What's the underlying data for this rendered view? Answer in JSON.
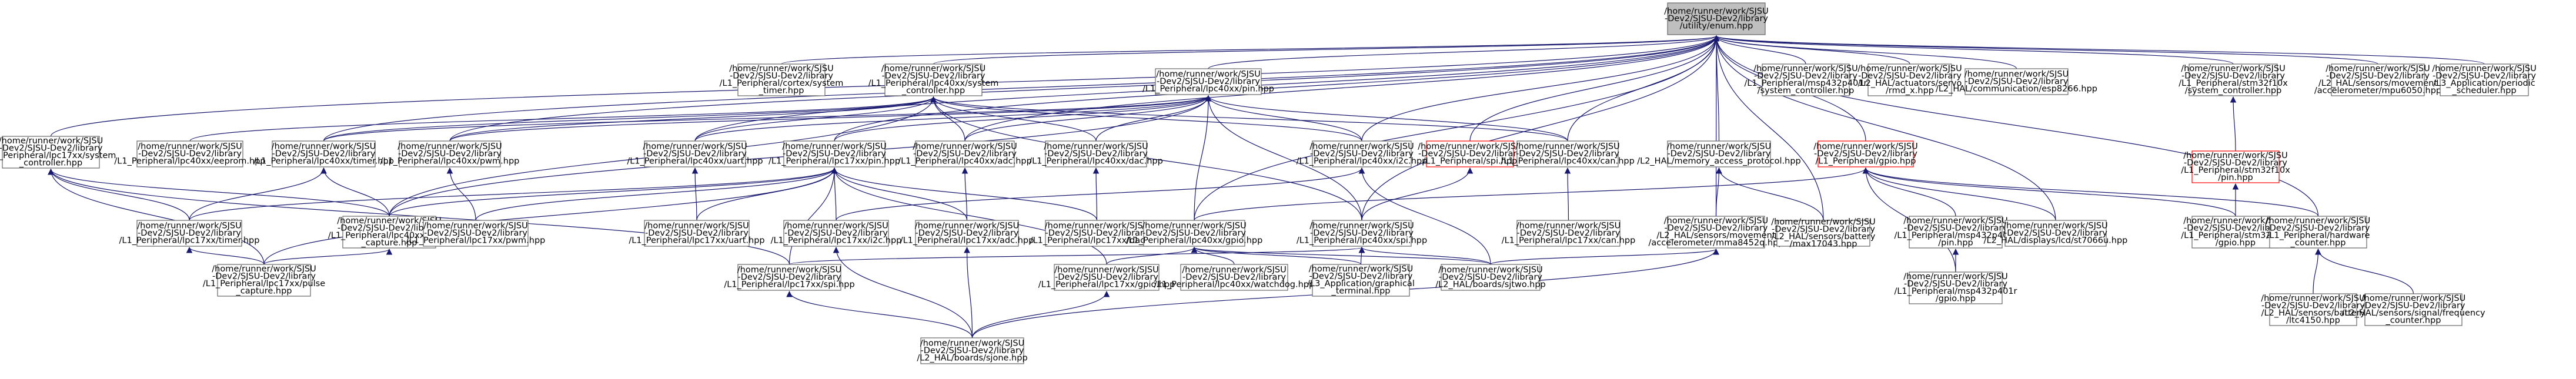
{
  "diagram": {
    "edge_color": "#191970",
    "root_fill": "#bfbfbf",
    "highlight_border": "#ff0000",
    "nodes": [
      {
        "id": "root",
        "lines": [
          "/home/runner/work/SJSU",
          "-Dev2/SJSU-Dev2/library",
          "/utility/enum.hpp"
        ],
        "style": "root"
      },
      {
        "id": "cortex_system_timer",
        "lines": [
          "/home/runner/work/SJSU",
          "-Dev2/SJSU-Dev2/library",
          "/L1_Peripheral/cortex/system",
          "_timer.hpp"
        ]
      },
      {
        "id": "lpc40xx_system_controller",
        "lines": [
          "/home/runner/work/SJSU",
          "-Dev2/SJSU-Dev2/library",
          "/L1_Peripheral/lpc40xx/system",
          "_controller.hpp"
        ]
      },
      {
        "id": "lpc40xx_pin",
        "lines": [
          "/home/runner/work/SJSU",
          "-Dev2/SJSU-Dev2/library",
          "/L1_Peripheral/lpc40xx/pin.hpp"
        ]
      },
      {
        "id": "msp432p401r_system_controller",
        "lines": [
          "/home/runner/work/SJSU",
          "-Dev2/SJSU-Dev2/library",
          "/L1_Peripheral/msp432p401r",
          "/system_controller.hpp"
        ]
      },
      {
        "id": "rmd_x",
        "lines": [
          "/home/runner/work/SJSU",
          "-Dev2/SJSU-Dev2/library",
          "/L2_HAL/actuators/servo",
          "/rmd_x.hpp"
        ]
      },
      {
        "id": "esp8266",
        "lines": [
          "/home/runner/work/SJSU",
          "-Dev2/SJSU-Dev2/library",
          "/L2_HAL/communication/esp8266.hpp"
        ]
      },
      {
        "id": "stm32f10x_system_controller",
        "lines": [
          "/home/runner/work/SJSU",
          "-Dev2/SJSU-Dev2/library",
          "/L1_Peripheral/stm32f10x",
          "/system_controller.hpp"
        ]
      },
      {
        "id": "mpu6050",
        "lines": [
          "/home/runner/work/SJSU",
          "-Dev2/SJSU-Dev2/library",
          "/L2_HAL/sensors/movement",
          "/accelerometer/mpu6050.hpp"
        ]
      },
      {
        "id": "periodic_scheduler",
        "lines": [
          "/home/runner/work/SJSU",
          "-Dev2/SJSU-Dev2/library",
          "/L3_Application/periodic",
          "_scheduler.hpp"
        ]
      },
      {
        "id": "lpc17xx_system_controller",
        "lines": [
          "/home/runner/work/SJSU",
          "-Dev2/SJSU-Dev2/library",
          "/L1_Peripheral/lpc17xx/system",
          "_controller.hpp"
        ]
      },
      {
        "id": "lpc40xx_eeprom",
        "lines": [
          "/home/runner/work/SJSU",
          "-Dev2/SJSU-Dev2/library",
          "/L1_Peripheral/lpc40xx/eeprom.hpp"
        ]
      },
      {
        "id": "lpc40xx_timer",
        "lines": [
          "/home/runner/work/SJSU",
          "-Dev2/SJSU-Dev2/library",
          "/L1_Peripheral/lpc40xx/timer.hpp"
        ]
      },
      {
        "id": "lpc40xx_pwm",
        "lines": [
          "/home/runner/work/SJSU",
          "-Dev2/SJSU-Dev2/library",
          "/L1_Peripheral/lpc40xx/pwm.hpp"
        ]
      },
      {
        "id": "lpc40xx_uart",
        "lines": [
          "/home/runner/work/SJSU",
          "-Dev2/SJSU-Dev2/library",
          "/L1_Peripheral/lpc40xx/uart.hpp"
        ]
      },
      {
        "id": "lpc17xx_pin",
        "lines": [
          "/home/runner/work/SJSU",
          "-Dev2/SJSU-Dev2/library",
          "/L1_Peripheral/lpc17xx/pin.hpp"
        ]
      },
      {
        "id": "lpc40xx_adc",
        "lines": [
          "/home/runner/work/SJSU",
          "-Dev2/SJSU-Dev2/library",
          "/L1_Peripheral/lpc40xx/adc.hpp"
        ]
      },
      {
        "id": "lpc40xx_dac",
        "lines": [
          "/home/runner/work/SJSU",
          "-Dev2/SJSU-Dev2/library",
          "/L1_Peripheral/lpc40xx/dac.hpp"
        ]
      },
      {
        "id": "lpc40xx_i2c",
        "lines": [
          "/home/runner/work/SJSU",
          "-Dev2/SJSU-Dev2/library",
          "/L1_Peripheral/lpc40xx/i2c.hpp"
        ]
      },
      {
        "id": "l1_spi",
        "lines": [
          "/home/runner/work/SJSU",
          "-Dev2/SJSU-Dev2/library",
          "/L1_Peripheral/spi.hpp"
        ],
        "style": "red"
      },
      {
        "id": "lpc40xx_can",
        "lines": [
          "/home/runner/work/SJSU",
          "-Dev2/SJSU-Dev2/library",
          "/L1_Peripheral/lpc40xx/can.hpp"
        ]
      },
      {
        "id": "memory_access_protocol",
        "lines": [
          "/home/runner/work/SJSU",
          "-Dev2/SJSU-Dev2/library",
          "/L2_HAL/memory_access_protocol.hpp"
        ]
      },
      {
        "id": "l1_gpio",
        "lines": [
          "/home/runner/work/SJSU",
          "-Dev2/SJSU-Dev2/library",
          "/L1_Peripheral/gpio.hpp"
        ],
        "style": "red"
      },
      {
        "id": "stm32f10x_pin",
        "lines": [
          "/home/runner/work/SJSU",
          "-Dev2/SJSU-Dev2/library",
          "/L1_Peripheral/stm32f10x",
          "/pin.hpp"
        ],
        "style": "red"
      },
      {
        "id": "lpc17xx_timer",
        "lines": [
          "/home/runner/work/SJSU",
          "-Dev2/SJSU-Dev2/library",
          "/L1_Peripheral/lpc17xx/timer.hpp"
        ]
      },
      {
        "id": "lpc40xx_pulse_capture",
        "lines": [
          "/home/runner/work/SJSU",
          "-Dev2/SJSU-Dev2/library",
          "/L1_Peripheral/lpc40xx/pulse",
          "_capture.hpp"
        ]
      },
      {
        "id": "lpc17xx_pwm",
        "lines": [
          "/home/runner/work/SJSU",
          "-Dev2/SJSU-Dev2/library",
          "/L1_Peripheral/lpc17xx/pwm.hpp"
        ]
      },
      {
        "id": "lpc17xx_uart",
        "lines": [
          "/home/runner/work/SJSU",
          "-Dev2/SJSU-Dev2/library",
          "/L1_Peripheral/lpc17xx/uart.hpp"
        ]
      },
      {
        "id": "lpc17xx_i2c",
        "lines": [
          "/home/runner/work/SJSU",
          "-Dev2/SJSU-Dev2/library",
          "/L1_Peripheral/lpc17xx/i2c.hpp"
        ]
      },
      {
        "id": "lpc17xx_adc",
        "lines": [
          "/home/runner/work/SJSU",
          "-Dev2/SJSU-Dev2/library",
          "/L1_Peripheral/lpc17xx/adc.hpp"
        ]
      },
      {
        "id": "lpc17xx_dac",
        "lines": [
          "/home/runner/work/SJSU",
          "-Dev2/SJSU-Dev2/library",
          "/L1_Peripheral/lpc17xx/dac.hpp"
        ]
      },
      {
        "id": "lpc40xx_gpio",
        "lines": [
          "/home/runner/work/SJSU",
          "-Dev2/SJSU-Dev2/library",
          "/L1_Peripheral/lpc40xx/gpio.hpp"
        ]
      },
      {
        "id": "lpc40xx_spi",
        "lines": [
          "/home/runner/work/SJSU",
          "-Dev2/SJSU-Dev2/library",
          "/L1_Peripheral/lpc40xx/spi.hpp"
        ]
      },
      {
        "id": "lpc17xx_can",
        "lines": [
          "/home/runner/work/SJSU",
          "-Dev2/SJSU-Dev2/library",
          "/L1_Peripheral/lpc17xx/can.hpp"
        ]
      },
      {
        "id": "mma8452q",
        "lines": [
          "/home/runner/work/SJSU",
          "-Dev2/SJSU-Dev2/library",
          "/L2_HAL/sensors/movement",
          "/accelerometer/mma8452q.hpp"
        ]
      },
      {
        "id": "max17043",
        "lines": [
          "/home/runner/work/SJSU",
          "-Dev2/SJSU-Dev2/library",
          "/L2_HAL/sensors/battery",
          "/max17043.hpp"
        ]
      },
      {
        "id": "msp432p401r_pin",
        "lines": [
          "/home/runner/work/SJSU",
          "-Dev2/SJSU-Dev2/library",
          "/L1_Peripheral/msp432p401r",
          "/pin.hpp"
        ]
      },
      {
        "id": "st7066u",
        "lines": [
          "/home/runner/work/SJSU",
          "-Dev2/SJSU-Dev2/library",
          "/L2_HAL/displays/lcd/st7066u.hpp"
        ]
      },
      {
        "id": "stm32f10x_gpio",
        "lines": [
          "/home/runner/work/SJSU",
          "-Dev2/SJSU-Dev2/library",
          "/L1_Peripheral/stm32f10x",
          "/gpio.hpp"
        ]
      },
      {
        "id": "hardware_counter",
        "lines": [
          "/home/runner/work/SJSU",
          "-Dev2/SJSU-Dev2/library",
          "/L1_Peripheral/hardware",
          "_counter.hpp"
        ]
      },
      {
        "id": "lpc17xx_pulse_capture",
        "lines": [
          "/home/runner/work/SJSU",
          "-Dev2/SJSU-Dev2/library",
          "/L1_Peripheral/lpc17xx/pulse",
          "_capture.hpp"
        ]
      },
      {
        "id": "lpc17xx_spi",
        "lines": [
          "/home/runner/work/SJSU",
          "-Dev2/SJSU-Dev2/library",
          "/L1_Peripheral/lpc17xx/spi.hpp"
        ]
      },
      {
        "id": "lpc17xx_gpio",
        "lines": [
          "/home/runner/work/SJSU",
          "-Dev2/SJSU-Dev2/library",
          "/L1_Peripheral/lpc17xx/gpio.hpp"
        ]
      },
      {
        "id": "lpc40xx_watchdog",
        "lines": [
          "/home/runner/work/SJSU",
          "-Dev2/SJSU-Dev2/library",
          "/L1_Peripheral/lpc40xx/watchdog.hpp"
        ]
      },
      {
        "id": "graphical_terminal",
        "lines": [
          "/home/runner/work/SJSU",
          "-Dev2/SJSU-Dev2/library",
          "/L3_Application/graphical",
          "_terminal.hpp"
        ]
      },
      {
        "id": "sjtwo",
        "lines": [
          "/home/runner/work/SJSU",
          "-Dev2/SJSU-Dev2/library",
          "/L2_HAL/boards/sjtwo.hpp"
        ]
      },
      {
        "id": "msp432p401r_gpio",
        "lines": [
          "/home/runner/work/SJSU",
          "-Dev2/SJSU-Dev2/library",
          "/L1_Peripheral/msp432p401r",
          "/gpio.hpp"
        ]
      },
      {
        "id": "ltc4150",
        "lines": [
          "/home/runner/work/SJSU",
          "-Dev2/SJSU-Dev2/library",
          "/L2_HAL/sensors/battery",
          "/ltc4150.hpp"
        ]
      },
      {
        "id": "signal_frequency_counter",
        "lines": [
          "/home/runner/work/SJSU",
          "-Dev2/SJSU-Dev2/library",
          "/L2_HAL/sensors/signal/frequency",
          "_counter.hpp"
        ]
      },
      {
        "id": "sjone",
        "lines": [
          "/home/runner/work/SJSU",
          "-Dev2/SJSU-Dev2/library",
          "/L2_HAL/boards/sjone.hpp"
        ]
      }
    ]
  }
}
